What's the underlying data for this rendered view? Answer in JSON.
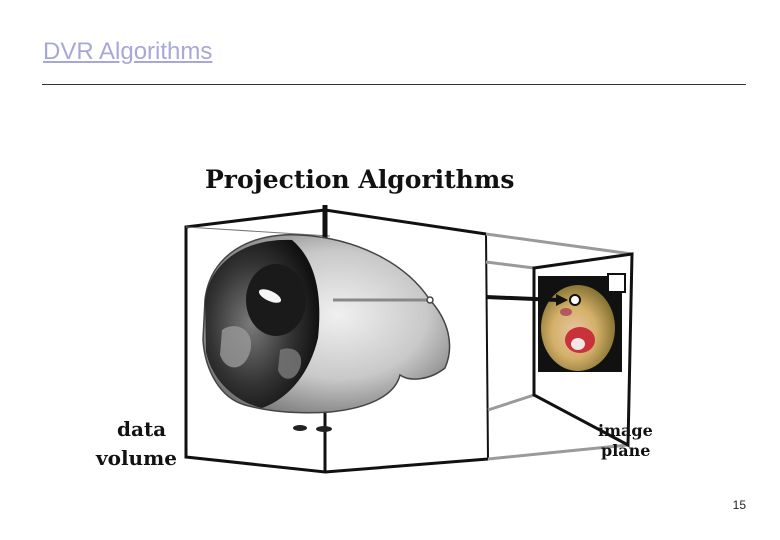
{
  "slide": {
    "title": "DVR Algorithms",
    "page_number": "15"
  },
  "figure": {
    "heading": "Projection Algorithms",
    "label_data": "data",
    "label_volume": "volume",
    "label_image": "image",
    "label_plane": "plane"
  },
  "colors": {
    "title_link": "#a8a8d8",
    "ray": "#888888",
    "volume_dark": "#2a2a2a",
    "volume_light": "#d8d8d8",
    "render_skin": "#d7b86a",
    "render_red": "#c8323a"
  }
}
